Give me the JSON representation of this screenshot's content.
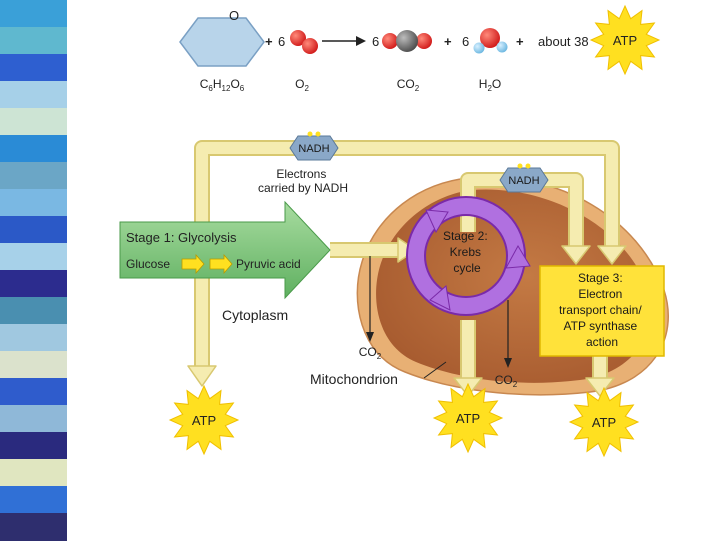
{
  "equation": {
    "glucose_atom": "O",
    "plus1": "+",
    "coef_o2": "6",
    "coef_co2": "6",
    "plus2": "+",
    "coef_h2o": "6",
    "plus3": "+",
    "about_text": "about 38",
    "atp_label": "ATP",
    "formulas": {
      "glucose": [
        "C",
        "6",
        "H",
        "12",
        "O",
        "6"
      ],
      "o2": [
        "O",
        "2"
      ],
      "co2": [
        "CO",
        "2"
      ],
      "h2o": [
        "H",
        "2",
        "O"
      ]
    }
  },
  "nadh_label": "NADH",
  "nadh_label_2": "NADH",
  "electrons_text": [
    "Electrons",
    "carried by NADH"
  ],
  "stage1": {
    "title": "Stage 1: Glycolysis",
    "glucose": "Glucose",
    "pyruvic": "Pyruvic acid"
  },
  "stage2": [
    "Stage 2:",
    "Krebs",
    "cycle"
  ],
  "stage3": [
    "Stage 3:",
    "Electron",
    "transport chain/",
    "ATP synthase",
    "action"
  ],
  "cytoplasm_label": "Cytoplasm",
  "mitochondrion_label": "Mitochondrion",
  "co2_outputs": [
    [
      "CO",
      "2"
    ],
    [
      "CO",
      "2"
    ]
  ],
  "atp_outputs": [
    "ATP",
    "ATP",
    "ATP"
  ],
  "colors": {
    "strip": [
      "#3aa0d8",
      "#5fb8cf",
      "#2e5fd0",
      "#a6d0e8",
      "#cde4d4",
      "#2a8bd6",
      "#6ba6c6",
      "#7ab8e3",
      "#2b59c7",
      "#a7d1e9",
      "#2c2c8e",
      "#4a8fb0",
      "#a0c8e0",
      "#dbe2cc",
      "#2f5ccc",
      "#8fb8d8",
      "#2a2a7e",
      "#e0e6c0",
      "#3070d6",
      "#2e2e6e"
    ],
    "arrow_yellow": "#f5ecb0",
    "arrow_yellow_edge": "#d8c870",
    "stage1_green": "#79c479",
    "mito_outer": "#e8b074",
    "mito_inner": "#b86a3c",
    "krebs_purple": "#9a48c8",
    "stage3_yellow": "#ffe23a",
    "atp_star": "#ffe020",
    "nadh_diamond": "#8aa8c8",
    "glucose_hex": "#b8d4ea"
  }
}
